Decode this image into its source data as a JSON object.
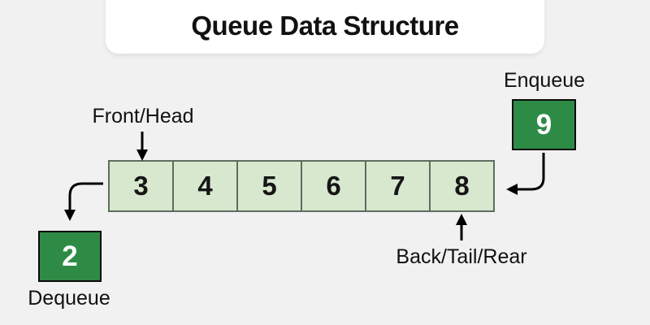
{
  "header": {
    "title": "Queue Data Structure"
  },
  "labels": {
    "front_head": "Front/Head",
    "back_tail_rear": "Back/Tail/Rear",
    "enqueue": "Enqueue",
    "dequeue": "Dequeue"
  },
  "queue": {
    "cells": [
      "3",
      "4",
      "5",
      "6",
      "7",
      "8"
    ]
  },
  "enqueue_item": {
    "value": "9"
  },
  "dequeue_item": {
    "value": "2"
  },
  "colors": {
    "background": "#f1f1f2",
    "title_card": "#ffffff",
    "text": "#111111",
    "cell_fill": "#d7e8cf",
    "cell_border": "#5d6d5e",
    "item_fill": "#2e8b46",
    "item_border": "#0b0b0b",
    "item_text": "#ffffff",
    "arrow": "#000000"
  }
}
